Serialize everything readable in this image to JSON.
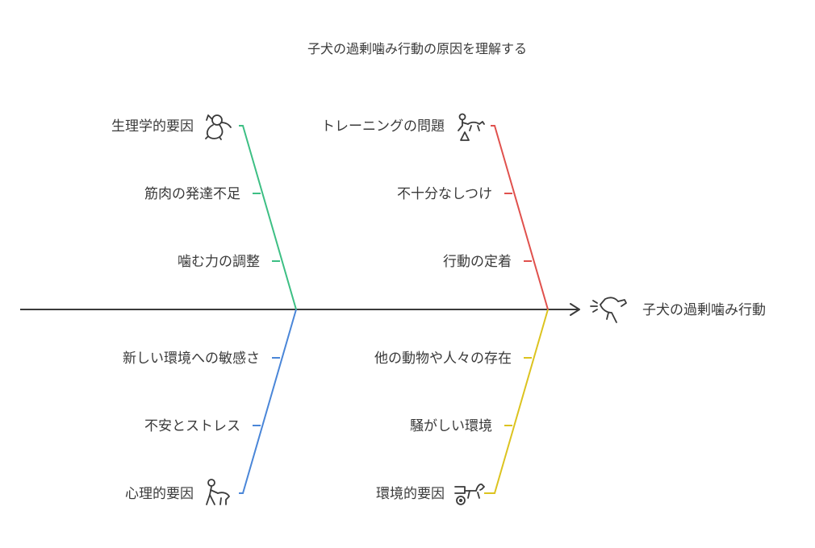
{
  "title": "子犬の過剰噛み行動の原因を理解する",
  "effect": {
    "label": "子犬の過剰噛み行動",
    "icon": "barking-dog-icon"
  },
  "categories": [
    {
      "id": "physiological",
      "title": "生理学的要因",
      "icon": "puppy-chewing-icon",
      "color": "#3dbf84",
      "causes": [
        "筋肉の発達不足",
        "噛む力の調整"
      ]
    },
    {
      "id": "training",
      "title": "トレーニングの問題",
      "icon": "dog-training-icon",
      "color": "#e0514d",
      "causes": [
        "不十分なしつけ",
        "行動の定着"
      ]
    },
    {
      "id": "psychological",
      "title": "心理的要因",
      "icon": "person-with-dog-icon",
      "color": "#4a86d8",
      "causes": [
        "新しい環境への敏感さ",
        "不安とストレス"
      ]
    },
    {
      "id": "environmental",
      "title": "環境的要因",
      "icon": "dog-with-cart-icon",
      "color": "#dcc31f",
      "causes": [
        "他の動物や人々の存在",
        "騒がしい環境"
      ]
    }
  ]
}
